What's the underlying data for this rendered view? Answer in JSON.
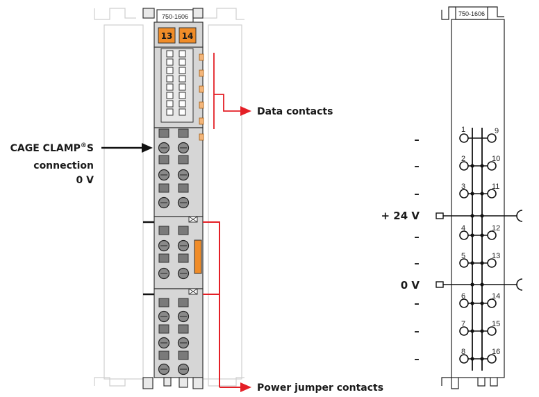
{
  "module": {
    "part_number": "750-1606",
    "badges": [
      "13",
      "14"
    ]
  },
  "labels": {
    "data_contacts": "Data contacts",
    "cage_clamp_1": "CAGE CLAMP",
    "cage_clamp_reg": "®",
    "cage_clamp_s": "S",
    "cage_clamp_2": "connection",
    "cage_clamp_3": "0 V",
    "power_jumper": "Power jumper contacts"
  },
  "schematic": {
    "part_number": "750-1606",
    "pins": [
      {
        "left": "1",
        "right": "9",
        "sign": "–"
      },
      {
        "left": "2",
        "right": "10",
        "sign": "–"
      },
      {
        "left": "3",
        "right": "11",
        "sign": "–"
      },
      {
        "left": "4",
        "right": "12",
        "sign": "–"
      },
      {
        "left": "5",
        "right": "13",
        "sign": "–"
      },
      {
        "left": "6",
        "right": "14",
        "sign": "–"
      },
      {
        "left": "7",
        "right": "15",
        "sign": "–"
      },
      {
        "left": "8",
        "right": "16",
        "sign": "–"
      }
    ],
    "rail_plus": "+ 24 V",
    "rail_zero": "0 V"
  },
  "colors": {
    "orange": "#f08c28",
    "red": "#e41f26",
    "body_gray": "#d6d6d6",
    "outline_gray": "#c8c8c8"
  }
}
